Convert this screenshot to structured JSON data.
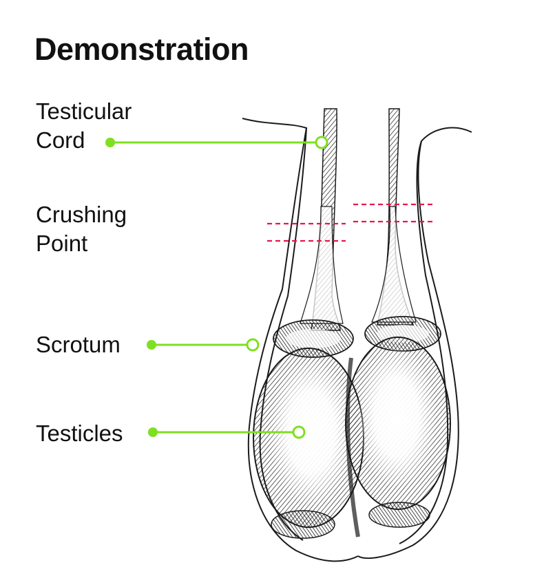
{
  "title": "Demonstration",
  "labels": {
    "testicular_cord": [
      "Testicular",
      "Cord"
    ],
    "crushing_point": [
      "Crushing",
      "Point"
    ],
    "scrotum": "Scrotum",
    "testicles": "Testicles"
  },
  "colors": {
    "leader_line": "#7ee01f",
    "crushing_line": "#e8144c",
    "sketch": "#1a1a1a"
  }
}
